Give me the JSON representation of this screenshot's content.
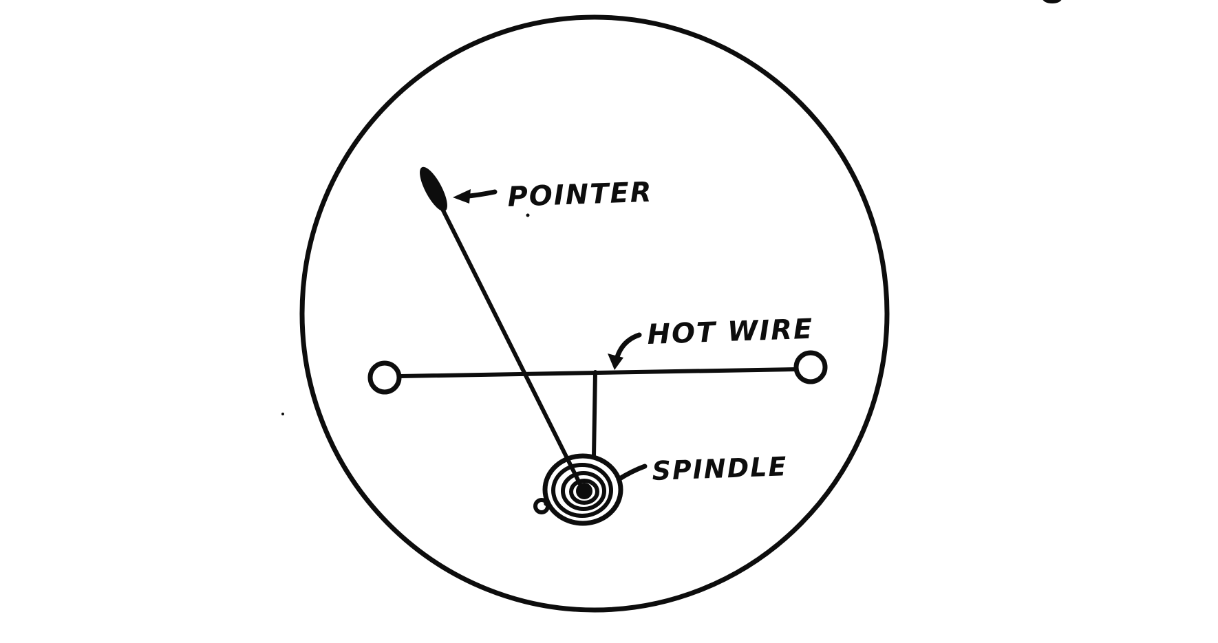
{
  "figure": {
    "type": "hot-wire-meter-diagram",
    "labels": {
      "pointer": "POINTER",
      "hot_wire": "HOT WIRE",
      "spindle": "SPINDLE"
    },
    "colors": {
      "ink": "#0d0d0d",
      "paper": "#ffffff"
    }
  }
}
